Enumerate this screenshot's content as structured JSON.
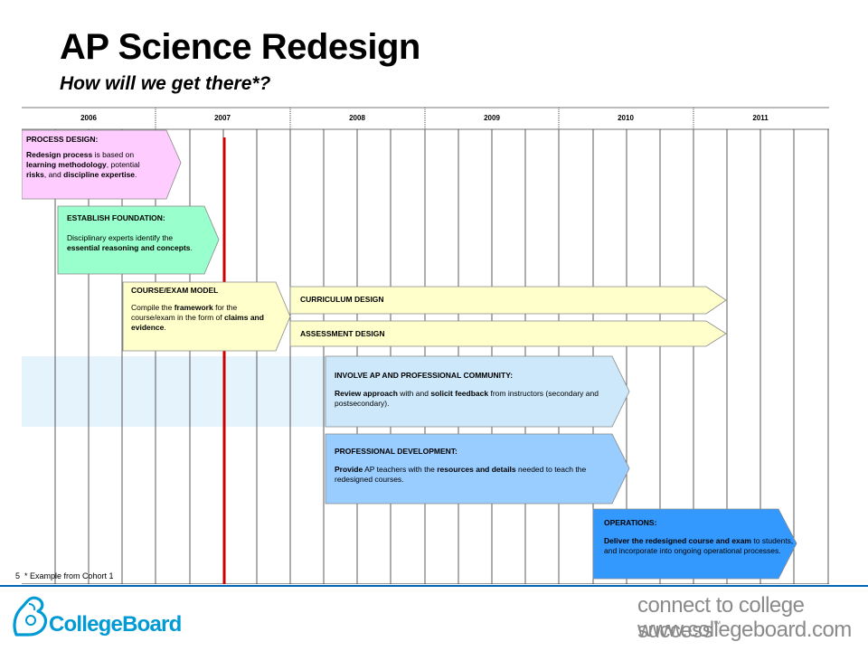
{
  "title": "AP Science Redesign",
  "subtitle": "How will we get there*?",
  "years": [
    "2006",
    "2007",
    "2008",
    "2009",
    "2010",
    "2011"
  ],
  "items": {
    "process_design": {
      "heading": "PROCESS DESIGN:",
      "t1": "Redesign process",
      "t2": " is based on ",
      "t3": "learning methodology",
      "t4": ", potential ",
      "t5": "risks",
      "t6": ", and ",
      "t7": "discipline expertise",
      "t8": ".",
      "color": "#ffccff"
    },
    "establish_foundation": {
      "heading": "ESTABLISH FOUNDATION:",
      "t1": "Disciplinary experts identify the ",
      "t2": "essential reasoning and concepts",
      "t3": ".",
      "color": "#99ffcc"
    },
    "course_exam_model": {
      "heading": "COURSE/EXAM MODEL",
      "t1": "Compile the ",
      "t2": "framework",
      "t3": " for the course/exam in the form of ",
      "t4": "claims and evidence",
      "t5": ".",
      "color": "#ffffcc"
    },
    "curriculum_design": {
      "label": "CURRICULUM DESIGN",
      "color": "#ffffcc"
    },
    "assessment_design": {
      "label": "ASSESSMENT DESIGN",
      "color": "#ffffcc"
    },
    "involve_community": {
      "heading": "INVOLVE AP AND PROFESSIONAL COMMUNITY:",
      "t1": "Review approach",
      "t2": " with and ",
      "t3": "solicit feedback",
      "t4": " from instructors (secondary and postsecondary).",
      "color": "#cce8fa",
      "band_color": "#e5f3fc"
    },
    "professional_development": {
      "heading": "PROFESSIONAL DEVELOPMENT:",
      "t1": "Provide",
      "t2": " AP teachers with the ",
      "t3": "resources and details",
      "t4": " needed to teach the redesigned courses.",
      "color": "#99ccff"
    },
    "operations": {
      "heading": "OPERATIONS:",
      "t1": "Deliver the redesigned course and exam",
      "t2": " to students, and incorporate into ongoing operational processes.",
      "color": "#3399ff"
    }
  },
  "today_marker_color": "#cc0000",
  "page_number": "5",
  "footnote": "* Example from Cohort 1",
  "footer": {
    "logo_text": "CollegeBoard",
    "tagline": "connect to college success",
    "tm": "™",
    "url": "www.collegeboard.com",
    "brand_color": "#009ad5",
    "rule_color": "#0067b8"
  }
}
